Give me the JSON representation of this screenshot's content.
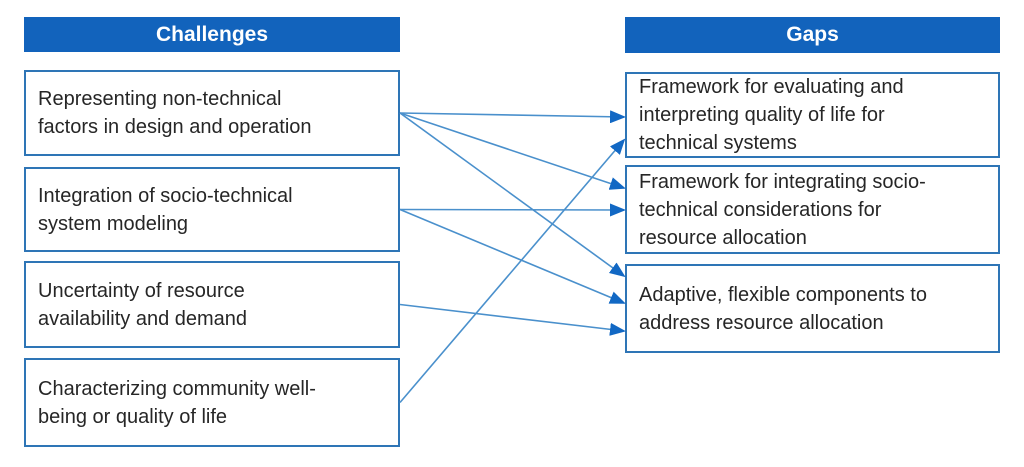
{
  "columns": {
    "challenges": {
      "header": "Challenges",
      "items": [
        "Representing non-technical\nfactors in design and operation",
        "Integration of socio-technical\nsystem modeling",
        "Uncertainty of resource\navailability and demand",
        "Characterizing community well-\nbeing or quality of life"
      ]
    },
    "gaps": {
      "header": "Gaps",
      "items": [
        "Framework for evaluating and\ninterpreting quality of life for\ntechnical systems",
        "Framework for integrating socio-\ntechnical considerations for\nresource allocation",
        "Adaptive, flexible components to\naddress resource allocation"
      ]
    }
  },
  "connections": [
    {
      "from_challenge": 0,
      "to_gap": 0
    },
    {
      "from_challenge": 0,
      "to_gap": 1
    },
    {
      "from_challenge": 0,
      "to_gap": 2
    },
    {
      "from_challenge": 1,
      "to_gap": 1
    },
    {
      "from_challenge": 1,
      "to_gap": 2
    },
    {
      "from_challenge": 2,
      "to_gap": 2
    },
    {
      "from_challenge": 3,
      "to_gap": 0
    }
  ],
  "colors": {
    "background": "#ffffff",
    "header_bg": "#1263bc",
    "header_text": "#ffffff",
    "box_border": "#2e75b6",
    "connector_line": "#4a90cc",
    "arrowhead": "#1268c4",
    "text": "#262626"
  }
}
